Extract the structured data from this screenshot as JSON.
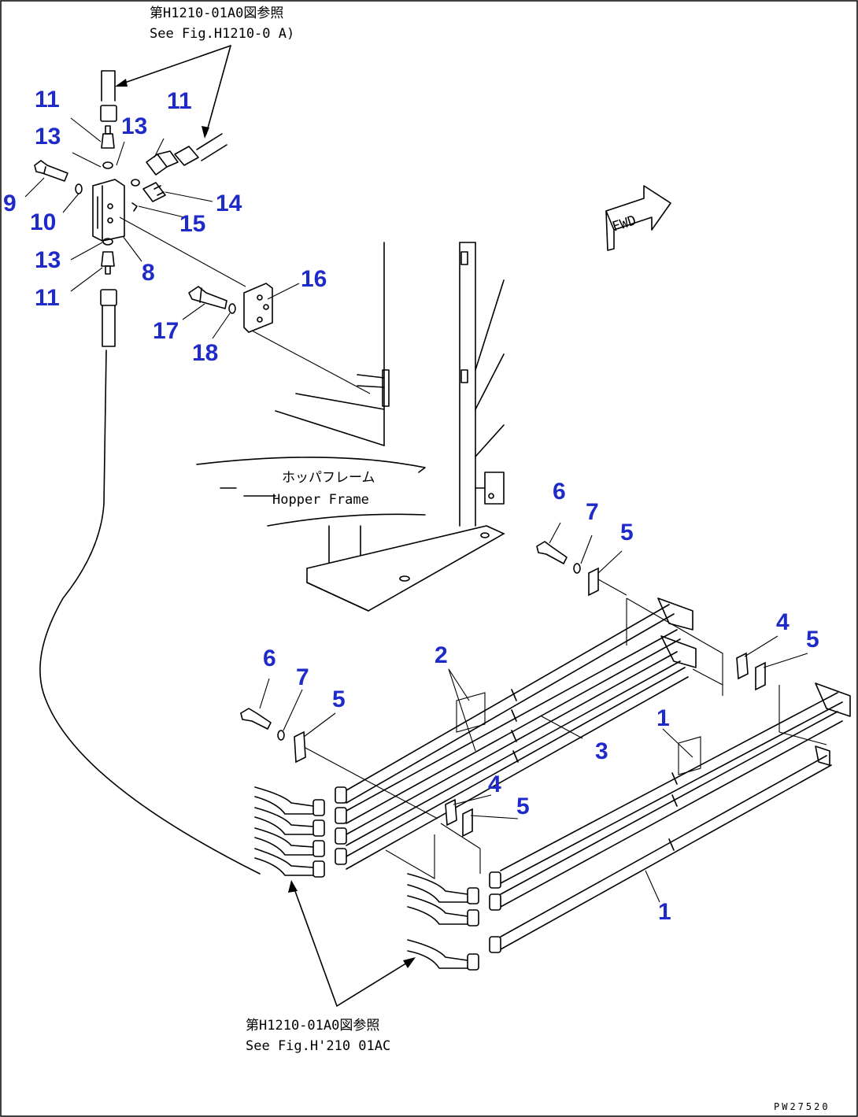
{
  "references": {
    "top_jp": "第H1210-01A0図参照",
    "top_en": "See Fig.H1210-0 A)",
    "bottom_jp": "第H1210-01A0図参照",
    "bottom_en": "See Fig.H'210 01AC"
  },
  "hopper_frame": {
    "jp": "ホッパフレーム",
    "en": "Hopper Frame"
  },
  "fwd_label": "FWD",
  "drawing_number": "PW27520",
  "callouts": [
    {
      "id": "c11a",
      "label": "11"
    },
    {
      "id": "c13a",
      "label": "13"
    },
    {
      "id": "c13b",
      "label": "13"
    },
    {
      "id": "c11b",
      "label": "11"
    },
    {
      "id": "c9",
      "label": "9"
    },
    {
      "id": "c10",
      "label": "10"
    },
    {
      "id": "c14",
      "label": "14"
    },
    {
      "id": "c15",
      "label": "15"
    },
    {
      "id": "c13c",
      "label": "13"
    },
    {
      "id": "c8",
      "label": "8"
    },
    {
      "id": "c11c",
      "label": "11"
    },
    {
      "id": "c16",
      "label": "16"
    },
    {
      "id": "c17",
      "label": "17"
    },
    {
      "id": "c18",
      "label": "18"
    },
    {
      "id": "c6a",
      "label": "6"
    },
    {
      "id": "c7a",
      "label": "7"
    },
    {
      "id": "c5a",
      "label": "5"
    },
    {
      "id": "c4a",
      "label": "4"
    },
    {
      "id": "c5b",
      "label": "5"
    },
    {
      "id": "c2",
      "label": "2"
    },
    {
      "id": "c6b",
      "label": "6"
    },
    {
      "id": "c7b",
      "label": "7"
    },
    {
      "id": "c5c",
      "label": "5"
    },
    {
      "id": "c3",
      "label": "3"
    },
    {
      "id": "c1a",
      "label": "1"
    },
    {
      "id": "c4b",
      "label": "4"
    },
    {
      "id": "c5d",
      "label": "5"
    },
    {
      "id": "c1b",
      "label": "1"
    }
  ]
}
